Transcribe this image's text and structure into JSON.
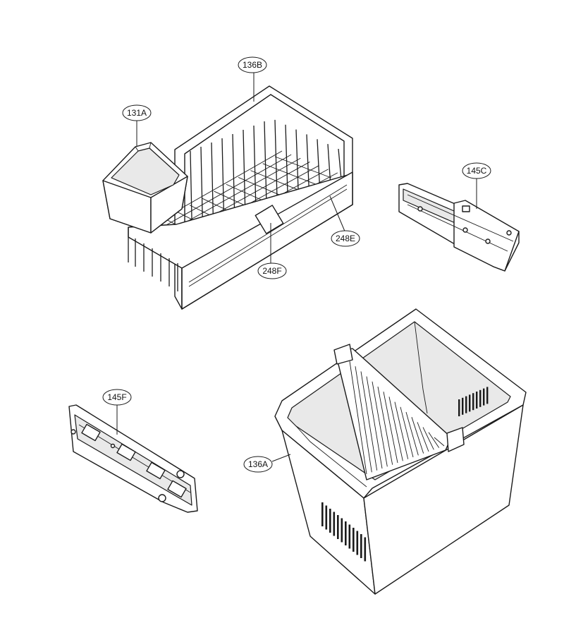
{
  "callouts": [
    {
      "id": "c136b",
      "label": "136B"
    },
    {
      "id": "c131a",
      "label": "131A"
    },
    {
      "id": "c145c",
      "label": "145C"
    },
    {
      "id": "c248e",
      "label": "248E"
    },
    {
      "id": "c248f",
      "label": "248F"
    },
    {
      "id": "c145f",
      "label": "145F"
    },
    {
      "id": "c136a",
      "label": "136A"
    }
  ]
}
